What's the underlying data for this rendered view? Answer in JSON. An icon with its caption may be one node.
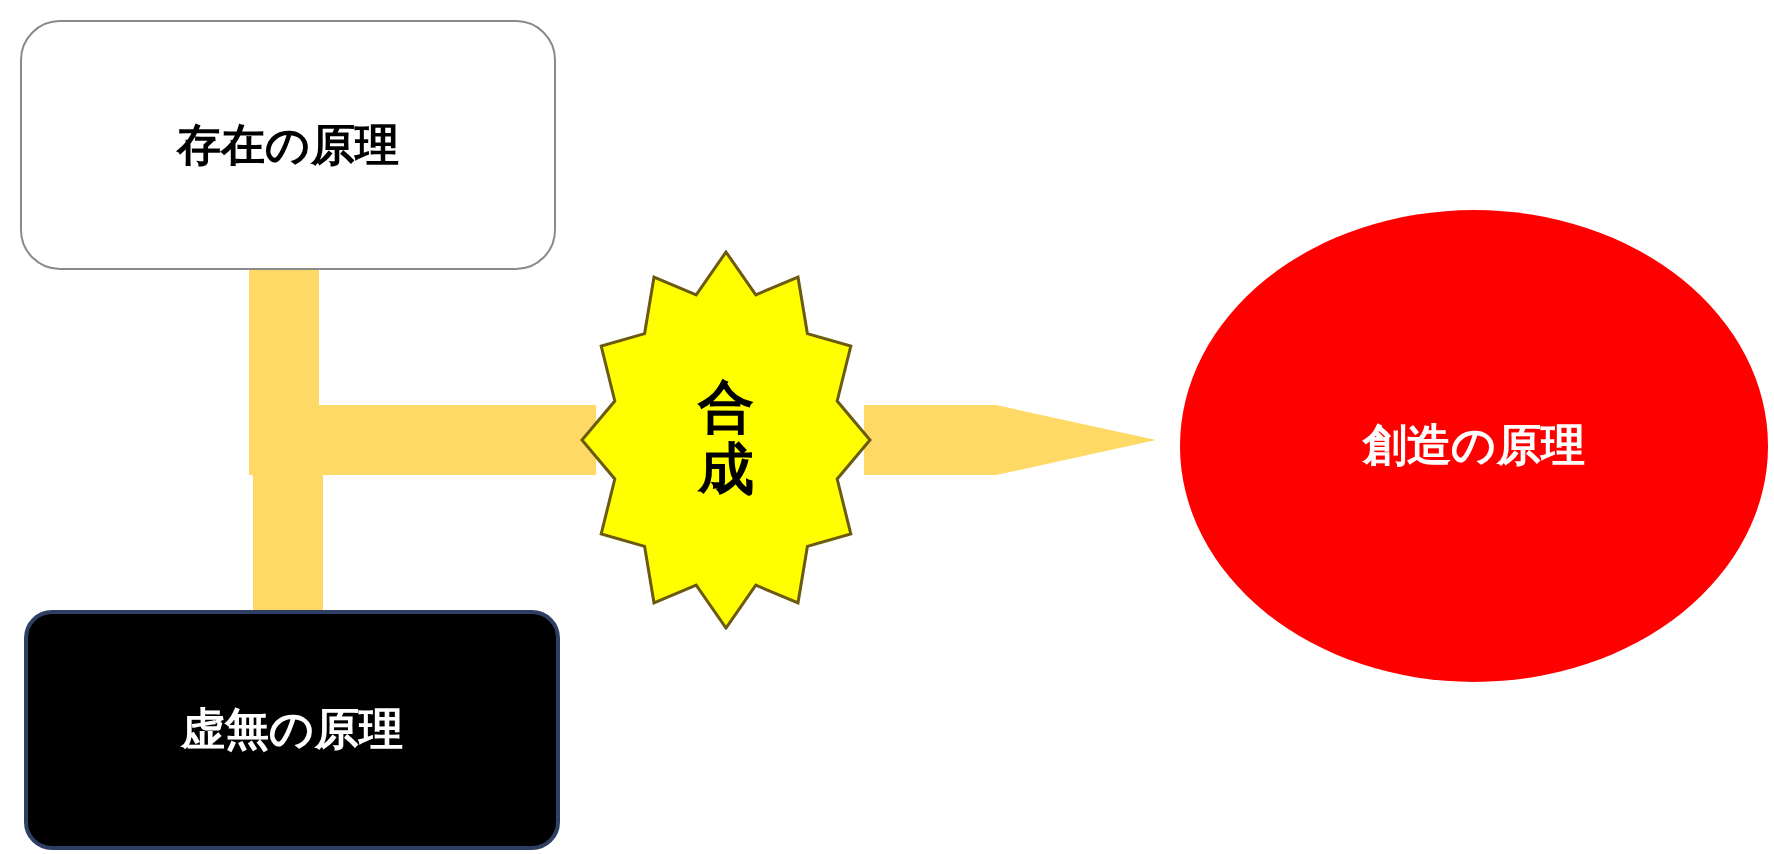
{
  "diagram": {
    "nodes": [
      {
        "text": [
          "存在の原理"
        ]
      },
      {
        "text": [
          "虚無の原理"
        ]
      },
      {
        "text": [
          "合成"
        ]
      },
      {
        "text": [
          "創造の原理"
        ]
      }
    ],
    "edges": [
      {
        "from": 0,
        "to": 2,
        "arrow": "none",
        "style": "thick"
      },
      {
        "from": 1,
        "to": 2,
        "arrow": "none",
        "style": "thick"
      },
      {
        "from": 2,
        "to": 3,
        "arrow": "to",
        "style": "thick"
      }
    ]
  }
}
